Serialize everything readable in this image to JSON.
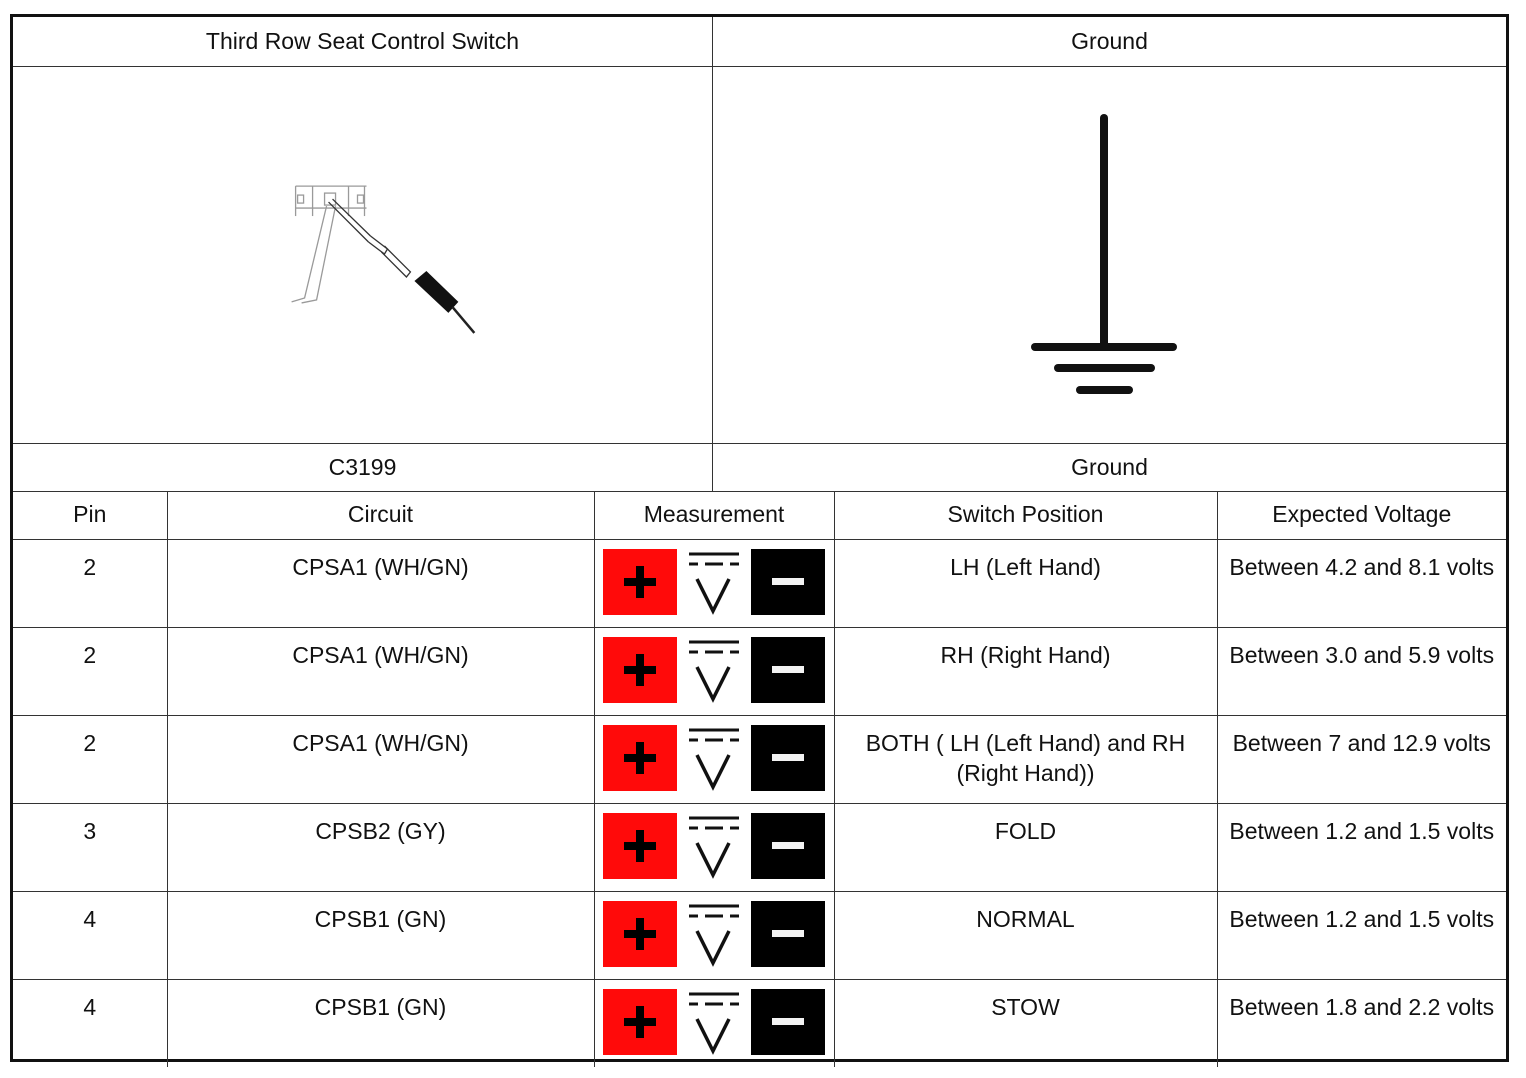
{
  "header": {
    "left_title": "Third Row Seat Control Switch",
    "right_title": "Ground"
  },
  "images": {
    "left_icon": "connector-probe-icon",
    "right_icon": "ground-symbol-icon"
  },
  "connectors": {
    "left_label": "C3199",
    "right_label": "Ground"
  },
  "table": {
    "columns": [
      "Pin",
      "Circuit",
      "Measurement",
      "Switch Position",
      "Expected Voltage"
    ],
    "measurement_icon": "dc-voltmeter-icon",
    "colors": {
      "positive": "#ff0a0a",
      "negative": "#000000"
    },
    "rows": [
      {
        "pin": "2",
        "circuit": "CPSA1 (WH/GN)",
        "position": "LH (Left Hand)",
        "voltage": "Between 4.2 and 8.1 volts"
      },
      {
        "pin": "2",
        "circuit": "CPSA1 (WH/GN)",
        "position": "RH (Right Hand)",
        "voltage": "Between 3.0 and 5.9 volts"
      },
      {
        "pin": "2",
        "circuit": "CPSA1 (WH/GN)",
        "position": "BOTH ( LH (Left Hand) and RH (Right Hand))",
        "voltage": "Between 7 and 12.9 volts"
      },
      {
        "pin": "3",
        "circuit": "CPSB2 (GY)",
        "position": "FOLD",
        "voltage": "Between 1.2 and 1.5 volts"
      },
      {
        "pin": "4",
        "circuit": "CPSB1 (GN)",
        "position": "NORMAL",
        "voltage": "Between 1.2 and 1.5 volts"
      },
      {
        "pin": "4",
        "circuit": "CPSB1 (GN)",
        "position": "STOW",
        "voltage": "Between 1.8 and 2.2 volts"
      }
    ]
  }
}
